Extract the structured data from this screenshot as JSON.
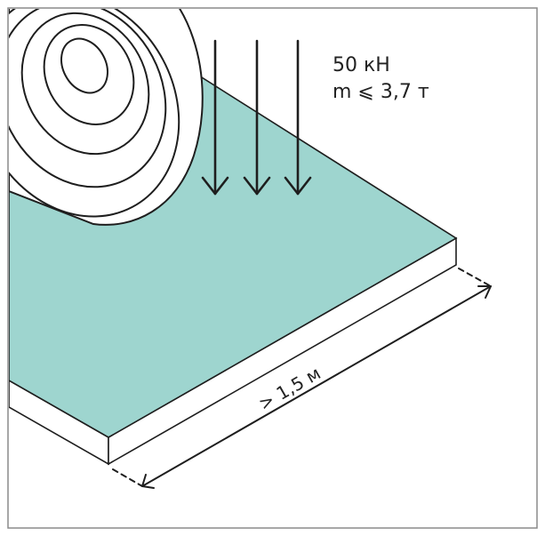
{
  "load": {
    "force": "50 кН",
    "mass": "m ⩽ 3,7 т"
  },
  "dimension": {
    "length": "> 1,5 м"
  },
  "colors": {
    "slab_top": "#9ed5cf",
    "slab_side": "#ffffff",
    "stroke": "#1e1e1e",
    "frame": "#8a8a8a"
  },
  "icons": [
    "wheel-icon",
    "down-arrow-icon",
    "dimension-arrow-icon"
  ]
}
